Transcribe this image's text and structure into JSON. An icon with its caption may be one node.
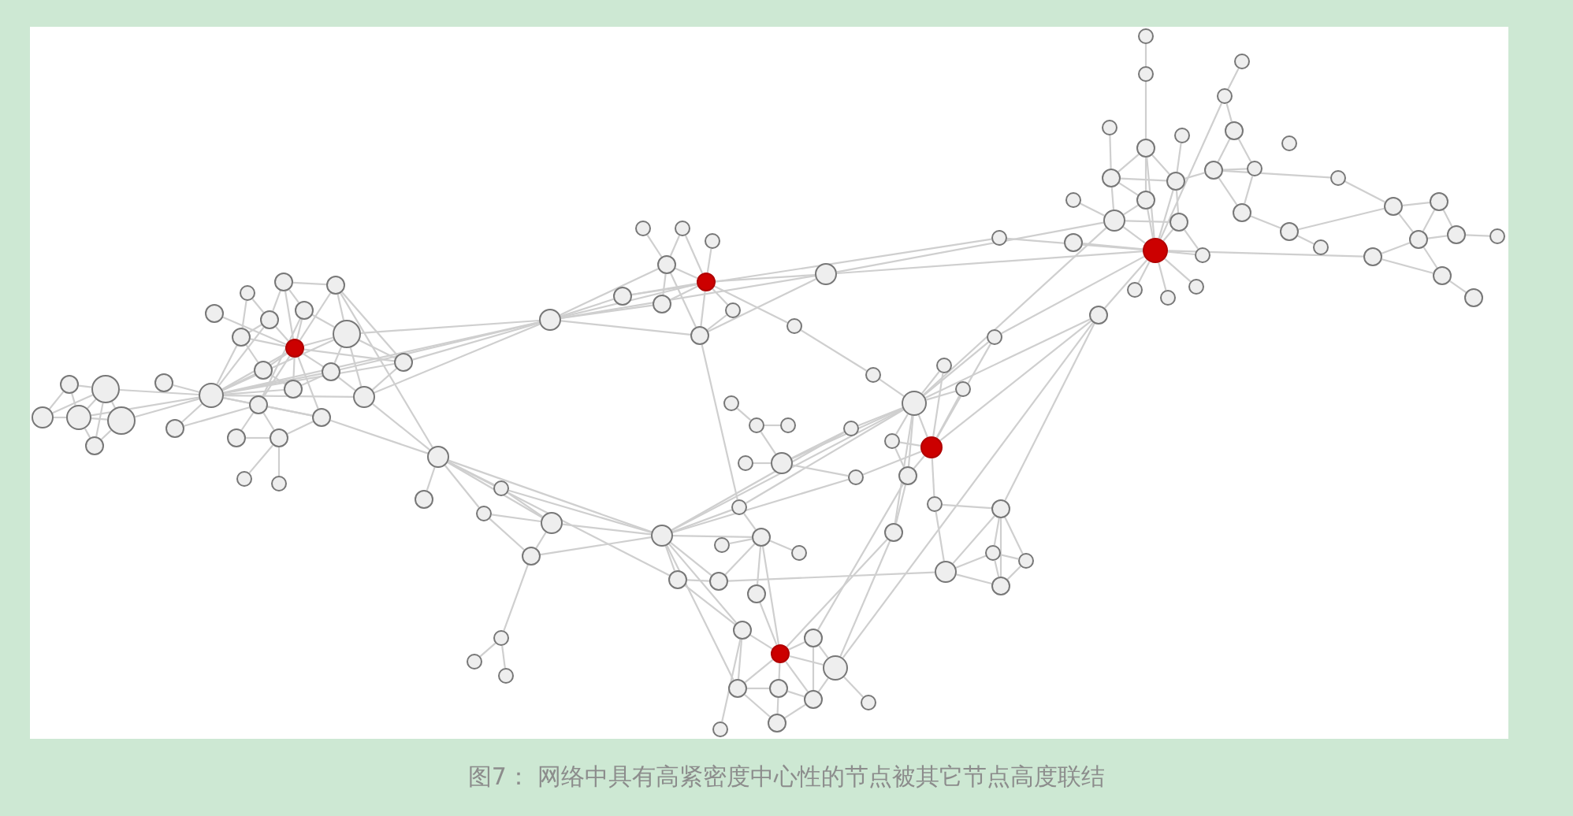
{
  "diagram": {
    "caption": "图7： 网络中具有高紧密度中心性的节点被其它节点高度联结",
    "nodes": [
      {
        "text": [],
        "shape": "circle"
      },
      {
        "text": [],
        "shape": "circle"
      },
      {
        "text": [],
        "shape": "circle"
      },
      {
        "text": [],
        "shape": "circle"
      },
      {
        "text": [],
        "shape": "circle"
      },
      {
        "text": [],
        "shape": "circle"
      },
      {
        "text": [],
        "shape": "circle"
      },
      {
        "text": [],
        "shape": "circle"
      },
      {
        "text": [],
        "shape": "circle"
      },
      {
        "text": [],
        "shape": "circle"
      },
      {
        "text": [],
        "shape": "circle"
      },
      {
        "text": [],
        "shape": "circle"
      },
      {
        "text": [],
        "shape": "circle"
      },
      {
        "text": [],
        "shape": "circle"
      },
      {
        "text": [],
        "shape": "circle"
      },
      {
        "text": [],
        "shape": "circle"
      },
      {
        "text": [],
        "shape": "circle"
      },
      {
        "text": [],
        "shape": "circle"
      },
      {
        "text": [],
        "shape": "circle"
      },
      {
        "text": [],
        "shape": "circle"
      },
      {
        "text": [],
        "shape": "circle"
      },
      {
        "text": [],
        "shape": "circle"
      },
      {
        "text": [],
        "shape": "circle"
      },
      {
        "text": [],
        "shape": "circle"
      },
      {
        "text": [],
        "shape": "circle"
      },
      {
        "text": [],
        "shape": "circle"
      },
      {
        "text": [],
        "shape": "circle"
      },
      {
        "text": [],
        "shape": "circle"
      },
      {
        "text": [],
        "shape": "circle"
      },
      {
        "text": [],
        "shape": "circle"
      },
      {
        "text": [],
        "shape": "circle"
      },
      {
        "text": [],
        "shape": "circle"
      },
      {
        "text": [],
        "shape": "circle"
      },
      {
        "text": [],
        "shape": "circle"
      },
      {
        "text": [],
        "shape": "circle"
      },
      {
        "text": [],
        "shape": "circle"
      },
      {
        "text": [],
        "shape": "circle"
      },
      {
        "text": [],
        "shape": "circle"
      },
      {
        "text": [],
        "shape": "circle"
      },
      {
        "text": [],
        "shape": "circle"
      },
      {
        "text": [],
        "shape": "circle"
      },
      {
        "text": [],
        "shape": "circle"
      },
      {
        "text": [],
        "shape": "circle"
      },
      {
        "text": [],
        "shape": "circle"
      },
      {
        "text": [],
        "shape": "circle"
      },
      {
        "text": [],
        "shape": "circle"
      },
      {
        "text": [],
        "shape": "circle"
      },
      {
        "text": [],
        "shape": "circle"
      },
      {
        "text": [],
        "shape": "circle"
      },
      {
        "text": [],
        "shape": "circle"
      },
      {
        "text": [],
        "shape": "circle"
      },
      {
        "text": [],
        "shape": "circle"
      },
      {
        "text": [],
        "shape": "circle"
      },
      {
        "text": [],
        "shape": "circle"
      },
      {
        "text": [],
        "shape": "circle"
      },
      {
        "text": [],
        "shape": "circle"
      },
      {
        "text": [],
        "shape": "circle"
      },
      {
        "text": [],
        "shape": "circle"
      },
      {
        "text": [],
        "shape": "circle"
      },
      {
        "text": [],
        "shape": "circle"
      },
      {
        "text": [],
        "shape": "circle"
      },
      {
        "text": [],
        "shape": "circle"
      },
      {
        "text": [],
        "shape": "circle"
      },
      {
        "text": [],
        "shape": "circle"
      },
      {
        "text": [],
        "shape": "circle"
      },
      {
        "text": [],
        "shape": "circle"
      },
      {
        "text": [],
        "shape": "circle"
      },
      {
        "text": [],
        "shape": "circle"
      },
      {
        "text": [],
        "shape": "circle"
      },
      {
        "text": [],
        "shape": "circle"
      },
      {
        "text": [],
        "shape": "circle"
      },
      {
        "text": [],
        "shape": "circle"
      },
      {
        "text": [],
        "shape": "circle"
      },
      {
        "text": [],
        "shape": "circle"
      },
      {
        "text": [],
        "shape": "circle"
      },
      {
        "text": [],
        "shape": "circle"
      },
      {
        "text": [],
        "shape": "circle"
      },
      {
        "text": [],
        "shape": "circle"
      },
      {
        "text": [],
        "shape": "circle"
      },
      {
        "text": [],
        "shape": "circle"
      },
      {
        "text": [],
        "shape": "circle"
      },
      {
        "text": [],
        "shape": "circle"
      },
      {
        "text": [],
        "shape": "circle"
      },
      {
        "text": [],
        "shape": "circle"
      },
      {
        "text": [],
        "shape": "circle"
      },
      {
        "text": [],
        "shape": "circle"
      },
      {
        "text": [],
        "shape": "circle"
      },
      {
        "text": [],
        "shape": "circle"
      },
      {
        "text": [],
        "shape": "circle"
      },
      {
        "text": [],
        "shape": "circle"
      },
      {
        "text": [],
        "shape": "circle"
      },
      {
        "text": [],
        "shape": "circle"
      },
      {
        "text": [],
        "shape": "circle"
      },
      {
        "text": [],
        "shape": "circle"
      },
      {
        "text": [],
        "shape": "circle"
      },
      {
        "text": [],
        "shape": "circle"
      },
      {
        "text": [],
        "shape": "circle"
      },
      {
        "text": [],
        "shape": "circle"
      },
      {
        "text": [],
        "shape": "circle"
      },
      {
        "text": [],
        "shape": "circle"
      },
      {
        "text": [],
        "shape": "circle"
      },
      {
        "text": [],
        "shape": "circle"
      },
      {
        "text": [],
        "shape": "circle"
      },
      {
        "text": [],
        "shape": "circle"
      },
      {
        "text": [],
        "shape": "circle"
      },
      {
        "text": [],
        "shape": "circle"
      },
      {
        "text": [],
        "shape": "circle"
      },
      {
        "text": [],
        "shape": "circle"
      },
      {
        "text": [],
        "shape": "circle"
      },
      {
        "text": [],
        "shape": "circle"
      },
      {
        "text": [],
        "shape": "circle"
      },
      {
        "text": [],
        "shape": "circle"
      },
      {
        "text": [],
        "shape": "circle"
      },
      {
        "text": [],
        "shape": "circle"
      },
      {
        "text": [],
        "shape": "circle"
      },
      {
        "text": [],
        "shape": "circle"
      },
      {
        "text": [],
        "shape": "circle"
      },
      {
        "text": [],
        "shape": "circle"
      },
      {
        "text": [],
        "shape": "circle"
      },
      {
        "text": [],
        "shape": "circle"
      },
      {
        "text": [],
        "shape": "circle"
      },
      {
        "text": [],
        "shape": "circle"
      },
      {
        "text": [],
        "shape": "circle"
      },
      {
        "text": [],
        "shape": "circle"
      },
      {
        "text": [],
        "shape": "circle"
      },
      {
        "text": [],
        "shape": "circle"
      },
      {
        "text": [],
        "shape": "circle"
      }
    ],
    "edges": [
      {
        "from": 0,
        "to": 1,
        "arrow": "none"
      },
      {
        "from": 0,
        "to": 2,
        "arrow": "none"
      },
      {
        "from": 0,
        "to": 3,
        "arrow": "none"
      },
      {
        "from": 5,
        "to": 3,
        "arrow": "none"
      },
      {
        "from": 1,
        "to": 2,
        "arrow": "none"
      },
      {
        "from": 1,
        "to": 3,
        "arrow": "none"
      },
      {
        "from": 2,
        "to": 3,
        "arrow": "none"
      },
      {
        "from": 2,
        "to": 4,
        "arrow": "none"
      },
      {
        "from": 3,
        "to": 4,
        "arrow": "none"
      },
      {
        "from": 2,
        "to": 5,
        "arrow": "none"
      },
      {
        "from": 4,
        "to": 5,
        "arrow": "none"
      },
      {
        "from": 7,
        "to": 21,
        "arrow": "none"
      },
      {
        "from": 2,
        "to": 8,
        "arrow": "none"
      },
      {
        "from": 3,
        "to": 8,
        "arrow": "none"
      },
      {
        "from": 4,
        "to": 8,
        "arrow": "none"
      },
      {
        "from": 6,
        "to": 8,
        "arrow": "none"
      },
      {
        "from": 7,
        "to": 8,
        "arrow": "none"
      },
      {
        "from": 8,
        "to": 13,
        "arrow": "none"
      },
      {
        "from": 8,
        "to": 15,
        "arrow": "none"
      },
      {
        "from": 8,
        "to": 16,
        "arrow": "none"
      },
      {
        "from": 8,
        "to": 17,
        "arrow": "none"
      },
      {
        "from": 8,
        "to": 18,
        "arrow": "none"
      },
      {
        "from": 8,
        "to": 19,
        "arrow": "none"
      },
      {
        "from": 8,
        "to": 20,
        "arrow": "none"
      },
      {
        "from": 8,
        "to": 21,
        "arrow": "none"
      },
      {
        "from": 8,
        "to": 22,
        "arrow": "none"
      },
      {
        "from": 8,
        "to": 23,
        "arrow": "none"
      },
      {
        "from": 8,
        "to": 24,
        "arrow": "none"
      },
      {
        "from": 8,
        "to": 31,
        "arrow": "none"
      },
      {
        "from": 9,
        "to": 16,
        "arrow": "none"
      },
      {
        "from": 10,
        "to": 13,
        "arrow": "none"
      },
      {
        "from": 10,
        "to": 15,
        "arrow": "none"
      },
      {
        "from": 11,
        "to": 12,
        "arrow": "none"
      },
      {
        "from": 11,
        "to": 13,
        "arrow": "none"
      },
      {
        "from": 11,
        "to": 14,
        "arrow": "none"
      },
      {
        "from": 11,
        "to": 16,
        "arrow": "none"
      },
      {
        "from": 12,
        "to": 16,
        "arrow": "none"
      },
      {
        "from": 12,
        "to": 17,
        "arrow": "none"
      },
      {
        "from": 12,
        "to": 24,
        "arrow": "none"
      },
      {
        "from": 12,
        "to": 29,
        "arrow": "none"
      },
      {
        "from": 13,
        "to": 15,
        "arrow": "none"
      },
      {
        "from": 13,
        "to": 16,
        "arrow": "none"
      },
      {
        "from": 14,
        "to": 16,
        "arrow": "none"
      },
      {
        "from": 14,
        "to": 17,
        "arrow": "none"
      },
      {
        "from": 14,
        "to": 21,
        "arrow": "none"
      },
      {
        "from": 15,
        "to": 16,
        "arrow": "none"
      },
      {
        "from": 15,
        "to": 18,
        "arrow": "none"
      },
      {
        "from": 16,
        "to": 17,
        "arrow": "none"
      },
      {
        "from": 16,
        "to": 18,
        "arrow": "none"
      },
      {
        "from": 16,
        "to": 19,
        "arrow": "none"
      },
      {
        "from": 16,
        "to": 20,
        "arrow": "none"
      },
      {
        "from": 16,
        "to": 21,
        "arrow": "none"
      },
      {
        "from": 16,
        "to": 22,
        "arrow": "none"
      },
      {
        "from": 16,
        "to": 24,
        "arrow": "none"
      },
      {
        "from": 17,
        "to": 20,
        "arrow": "none"
      },
      {
        "from": 17,
        "to": 23,
        "arrow": "none"
      },
      {
        "from": 17,
        "to": 24,
        "arrow": "none"
      },
      {
        "from": 17,
        "to": 31,
        "arrow": "none"
      },
      {
        "from": 18,
        "to": 19,
        "arrow": "none"
      },
      {
        "from": 19,
        "to": 20,
        "arrow": "none"
      },
      {
        "from": 20,
        "to": 23,
        "arrow": "none"
      },
      {
        "from": 20,
        "to": 31,
        "arrow": "none"
      },
      {
        "from": 21,
        "to": 22,
        "arrow": "none"
      },
      {
        "from": 21,
        "to": 25,
        "arrow": "none"
      },
      {
        "from": 21,
        "to": 26,
        "arrow": "none"
      },
      {
        "from": 22,
        "to": 26,
        "arrow": "none"
      },
      {
        "from": 22,
        "to": 29,
        "arrow": "none"
      },
      {
        "from": 23,
        "to": 24,
        "arrow": "none"
      },
      {
        "from": 23,
        "to": 29,
        "arrow": "none"
      },
      {
        "from": 23,
        "to": 31,
        "arrow": "none"
      },
      {
        "from": 24,
        "to": 31,
        "arrow": "none"
      },
      {
        "from": 25,
        "to": 26,
        "arrow": "none"
      },
      {
        "from": 26,
        "to": 27,
        "arrow": "none"
      },
      {
        "from": 26,
        "to": 28,
        "arrow": "none"
      },
      {
        "from": 29,
        "to": 30,
        "arrow": "none"
      },
      {
        "from": 29,
        "to": 65,
        "arrow": "none"
      },
      {
        "from": 29,
        "to": 66,
        "arrow": "none"
      },
      {
        "from": 29,
        "to": 67,
        "arrow": "none"
      },
      {
        "from": 29,
        "to": 72,
        "arrow": "none"
      },
      {
        "from": 29,
        "to": 77,
        "arrow": "none"
      },
      {
        "from": 65,
        "to": 67,
        "arrow": "none"
      },
      {
        "from": 65,
        "to": 72,
        "arrow": "none"
      },
      {
        "from": 66,
        "to": 67,
        "arrow": "none"
      },
      {
        "from": 66,
        "to": 68,
        "arrow": "none"
      },
      {
        "from": 67,
        "to": 68,
        "arrow": "none"
      },
      {
        "from": 67,
        "to": 72,
        "arrow": "none"
      },
      {
        "from": 68,
        "to": 72,
        "arrow": "none"
      },
      {
        "from": 68,
        "to": 69,
        "arrow": "none"
      },
      {
        "from": 69,
        "to": 70,
        "arrow": "none"
      },
      {
        "from": 69,
        "to": 71,
        "arrow": "none"
      },
      {
        "from": 31,
        "to": 32,
        "arrow": "none"
      },
      {
        "from": 31,
        "to": 36,
        "arrow": "none"
      },
      {
        "from": 31,
        "to": 37,
        "arrow": "none"
      },
      {
        "from": 31,
        "to": 38,
        "arrow": "none"
      },
      {
        "from": 31,
        "to": 40,
        "arrow": "none"
      },
      {
        "from": 31,
        "to": 41,
        "arrow": "none"
      },
      {
        "from": 32,
        "to": 37,
        "arrow": "none"
      },
      {
        "from": 32,
        "to": 108,
        "arrow": "none"
      },
      {
        "from": 33,
        "to": 36,
        "arrow": "none"
      },
      {
        "from": 34,
        "to": 36,
        "arrow": "none"
      },
      {
        "from": 34,
        "to": 37,
        "arrow": "none"
      },
      {
        "from": 35,
        "to": 37,
        "arrow": "none"
      },
      {
        "from": 36,
        "to": 37,
        "arrow": "none"
      },
      {
        "from": 36,
        "to": 38,
        "arrow": "none"
      },
      {
        "from": 36,
        "to": 40,
        "arrow": "none"
      },
      {
        "from": 37,
        "to": 38,
        "arrow": "none"
      },
      {
        "from": 37,
        "to": 39,
        "arrow": "none"
      },
      {
        "from": 37,
        "to": 40,
        "arrow": "none"
      },
      {
        "from": 37,
        "to": 41,
        "arrow": "none"
      },
      {
        "from": 37,
        "to": 42,
        "arrow": "none"
      },
      {
        "from": 39,
        "to": 40,
        "arrow": "none"
      },
      {
        "from": 40,
        "to": 41,
        "arrow": "none"
      },
      {
        "from": 40,
        "to": 73,
        "arrow": "none"
      },
      {
        "from": 41,
        "to": 105,
        "arrow": "none"
      },
      {
        "from": 41,
        "to": 110,
        "arrow": "none"
      },
      {
        "from": 42,
        "to": 48,
        "arrow": "none"
      },
      {
        "from": 48,
        "to": 49,
        "arrow": "none"
      },
      {
        "from": 43,
        "to": 44,
        "arrow": "none"
      },
      {
        "from": 44,
        "to": 45,
        "arrow": "none"
      },
      {
        "from": 44,
        "to": 47,
        "arrow": "none"
      },
      {
        "from": 46,
        "to": 47,
        "arrow": "none"
      },
      {
        "from": 47,
        "to": 49,
        "arrow": "none"
      },
      {
        "from": 47,
        "to": 54,
        "arrow": "none"
      },
      {
        "from": 47,
        "to": 57,
        "arrow": "none"
      },
      {
        "from": 49,
        "to": 50,
        "arrow": "none"
      },
      {
        "from": 49,
        "to": 51,
        "arrow": "none"
      },
      {
        "from": 49,
        "to": 52,
        "arrow": "none"
      },
      {
        "from": 49,
        "to": 53,
        "arrow": "none"
      },
      {
        "from": 49,
        "to": 54,
        "arrow": "none"
      },
      {
        "from": 49,
        "to": 55,
        "arrow": "none"
      },
      {
        "from": 49,
        "to": 56,
        "arrow": "none"
      },
      {
        "from": 49,
        "to": 59,
        "arrow": "none"
      },
      {
        "from": 49,
        "to": 72,
        "arrow": "none"
      },
      {
        "from": 49,
        "to": 73,
        "arrow": "none"
      },
      {
        "from": 49,
        "to": 105,
        "arrow": "none"
      },
      {
        "from": 49,
        "to": 115,
        "arrow": "none"
      },
      {
        "from": 50,
        "to": 53,
        "arrow": "none"
      },
      {
        "from": 51,
        "to": 53,
        "arrow": "none"
      },
      {
        "from": 52,
        "to": 53,
        "arrow": "none"
      },
      {
        "from": 52,
        "to": 110,
        "arrow": "none"
      },
      {
        "from": 53,
        "to": 55,
        "arrow": "none"
      },
      {
        "from": 53,
        "to": 56,
        "arrow": "none"
      },
      {
        "from": 53,
        "to": 57,
        "arrow": "none"
      },
      {
        "from": 53,
        "to": 58,
        "arrow": "none"
      },
      {
        "from": 53,
        "to": 115,
        "arrow": "none"
      },
      {
        "from": 55,
        "to": 56,
        "arrow": "none"
      },
      {
        "from": 56,
        "to": 59,
        "arrow": "none"
      },
      {
        "from": 56,
        "to": 82,
        "arrow": "none"
      },
      {
        "from": 58,
        "to": 60,
        "arrow": "none"
      },
      {
        "from": 58,
        "to": 63,
        "arrow": "none"
      },
      {
        "from": 59,
        "to": 81,
        "arrow": "none"
      },
      {
        "from": 59,
        "to": 83,
        "arrow": "none"
      },
      {
        "from": 60,
        "to": 61,
        "arrow": "none"
      },
      {
        "from": 60,
        "to": 62,
        "arrow": "none"
      },
      {
        "from": 60,
        "to": 64,
        "arrow": "none"
      },
      {
        "from": 60,
        "to": 63,
        "arrow": "none"
      },
      {
        "from": 60,
        "to": 115,
        "arrow": "none"
      },
      {
        "from": 61,
        "to": 62,
        "arrow": "none"
      },
      {
        "from": 61,
        "to": 63,
        "arrow": "none"
      },
      {
        "from": 61,
        "to": 64,
        "arrow": "none"
      },
      {
        "from": 62,
        "to": 64,
        "arrow": "none"
      },
      {
        "from": 63,
        "to": 64,
        "arrow": "none"
      },
      {
        "from": 78,
        "to": 63,
        "arrow": "none"
      },
      {
        "from": 83,
        "to": 115,
        "arrow": "none"
      },
      {
        "from": 57,
        "to": 72,
        "arrow": "none"
      },
      {
        "from": 54,
        "to": 72,
        "arrow": "none"
      },
      {
        "from": 72,
        "to": 73,
        "arrow": "none"
      },
      {
        "from": 72,
        "to": 75,
        "arrow": "none"
      },
      {
        "from": 72,
        "to": 77,
        "arrow": "none"
      },
      {
        "from": 72,
        "to": 78,
        "arrow": "none"
      },
      {
        "from": 72,
        "to": 80,
        "arrow": "none"
      },
      {
        "from": 72,
        "to": 84,
        "arrow": "none"
      },
      {
        "from": 73,
        "to": 75,
        "arrow": "none"
      },
      {
        "from": 74,
        "to": 75,
        "arrow": "none"
      },
      {
        "from": 75,
        "to": 76,
        "arrow": "none"
      },
      {
        "from": 75,
        "to": 78,
        "arrow": "none"
      },
      {
        "from": 75,
        "to": 79,
        "arrow": "none"
      },
      {
        "from": 75,
        "to": 81,
        "arrow": "none"
      },
      {
        "from": 77,
        "to": 78,
        "arrow": "none"
      },
      {
        "from": 77,
        "to": 80,
        "arrow": "none"
      },
      {
        "from": 79,
        "to": 81,
        "arrow": "none"
      },
      {
        "from": 80,
        "to": 81,
        "arrow": "none"
      },
      {
        "from": 80,
        "to": 84,
        "arrow": "none"
      },
      {
        "from": 80,
        "to": 89,
        "arrow": "none"
      },
      {
        "from": 81,
        "to": 82,
        "arrow": "none"
      },
      {
        "from": 81,
        "to": 83,
        "arrow": "none"
      },
      {
        "from": 81,
        "to": 84,
        "arrow": "none"
      },
      {
        "from": 81,
        "to": 85,
        "arrow": "none"
      },
      {
        "from": 81,
        "to": 86,
        "arrow": "none"
      },
      {
        "from": 82,
        "to": 83,
        "arrow": "none"
      },
      {
        "from": 82,
        "to": 86,
        "arrow": "none"
      },
      {
        "from": 83,
        "to": 86,
        "arrow": "none"
      },
      {
        "from": 83,
        "to": 87,
        "arrow": "none"
      },
      {
        "from": 84,
        "to": 85,
        "arrow": "none"
      },
      {
        "from": 84,
        "to": 88,
        "arrow": "none"
      },
      {
        "from": 85,
        "to": 86,
        "arrow": "none"
      },
      {
        "from": 85,
        "to": 88,
        "arrow": "none"
      },
      {
        "from": 86,
        "to": 88,
        "arrow": "none"
      },
      {
        "from": 90,
        "to": 91,
        "arrow": "none"
      },
      {
        "from": 91,
        "to": 95,
        "arrow": "none"
      },
      {
        "from": 92,
        "to": 93,
        "arrow": "none"
      },
      {
        "from": 93,
        "to": 97,
        "arrow": "none"
      },
      {
        "from": 93,
        "to": 110,
        "arrow": "none"
      },
      {
        "from": 94,
        "to": 99,
        "arrow": "none"
      },
      {
        "from": 95,
        "to": 99,
        "arrow": "none"
      },
      {
        "from": 95,
        "to": 100,
        "arrow": "none"
      },
      {
        "from": 95,
        "to": 103,
        "arrow": "none"
      },
      {
        "from": 95,
        "to": 110,
        "arrow": "none"
      },
      {
        "from": 96,
        "to": 100,
        "arrow": "none"
      },
      {
        "from": 97,
        "to": 101,
        "arrow": "none"
      },
      {
        "from": 97,
        "to": 102,
        "arrow": "none"
      },
      {
        "from": 99,
        "to": 100,
        "arrow": "none"
      },
      {
        "from": 99,
        "to": 103,
        "arrow": "none"
      },
      {
        "from": 99,
        "to": 105,
        "arrow": "none"
      },
      {
        "from": 100,
        "to": 101,
        "arrow": "none"
      },
      {
        "from": 100,
        "to": 106,
        "arrow": "none"
      },
      {
        "from": 100,
        "to": 110,
        "arrow": "none"
      },
      {
        "from": 101,
        "to": 102,
        "arrow": "none"
      },
      {
        "from": 101,
        "to": 107,
        "arrow": "none"
      },
      {
        "from": 101,
        "to": 116,
        "arrow": "none"
      },
      {
        "from": 102,
        "to": 107,
        "arrow": "none"
      },
      {
        "from": 103,
        "to": 105,
        "arrow": "none"
      },
      {
        "from": 103,
        "to": 110,
        "arrow": "none"
      },
      {
        "from": 104,
        "to": 105,
        "arrow": "none"
      },
      {
        "from": 105,
        "to": 106,
        "arrow": "none"
      },
      {
        "from": 105,
        "to": 110,
        "arrow": "none"
      },
      {
        "from": 106,
        "to": 110,
        "arrow": "none"
      },
      {
        "from": 106,
        "to": 111,
        "arrow": "none"
      },
      {
        "from": 107,
        "to": 117,
        "arrow": "none"
      },
      {
        "from": 108,
        "to": 110,
        "arrow": "none"
      },
      {
        "from": 109,
        "to": 110,
        "arrow": "none"
      },
      {
        "from": 110,
        "to": 111,
        "arrow": "none"
      },
      {
        "from": 110,
        "to": 112,
        "arrow": "none"
      },
      {
        "from": 110,
        "to": 113,
        "arrow": "none"
      },
      {
        "from": 110,
        "to": 114,
        "arrow": "none"
      },
      {
        "from": 110,
        "to": 115,
        "arrow": "none"
      },
      {
        "from": 110,
        "to": 121,
        "arrow": "none"
      },
      {
        "from": 116,
        "to": 119,
        "arrow": "none"
      },
      {
        "from": 117,
        "to": 118,
        "arrow": "none"
      },
      {
        "from": 117,
        "to": 119,
        "arrow": "none"
      },
      {
        "from": 119,
        "to": 120,
        "arrow": "none"
      },
      {
        "from": 119,
        "to": 122,
        "arrow": "none"
      },
      {
        "from": 120,
        "to": 122,
        "arrow": "none"
      },
      {
        "from": 120,
        "to": 123,
        "arrow": "none"
      },
      {
        "from": 121,
        "to": 122,
        "arrow": "none"
      },
      {
        "from": 121,
        "to": 125,
        "arrow": "none"
      },
      {
        "from": 122,
        "to": 123,
        "arrow": "none"
      },
      {
        "from": 122,
        "to": 125,
        "arrow": "none"
      },
      {
        "from": 123,
        "to": 124,
        "arrow": "none"
      },
      {
        "from": 125,
        "to": 126,
        "arrow": "none"
      }
    ]
  }
}
